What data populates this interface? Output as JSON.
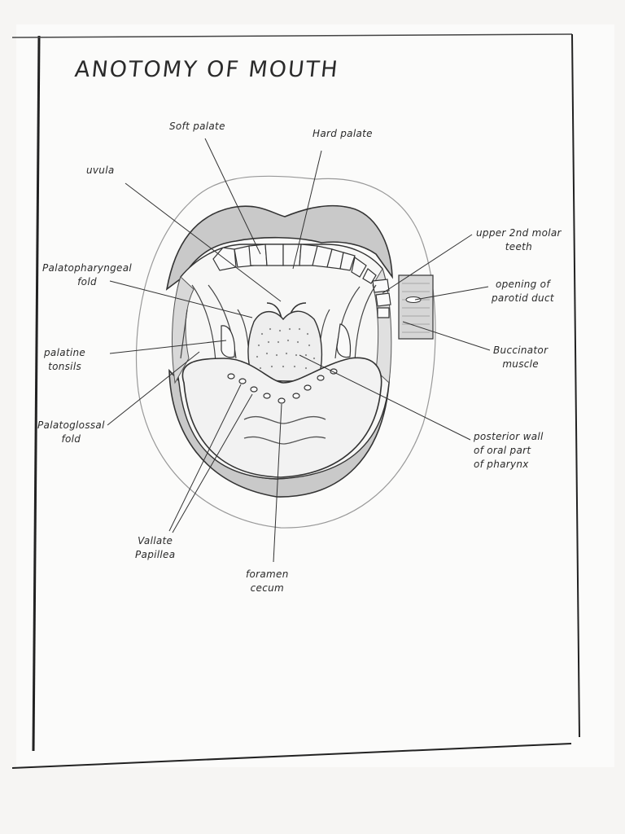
{
  "title": "ANOTOMY OF MOUTH",
  "labels": {
    "soft_palate": [
      "Soft palate"
    ],
    "hard_palate": [
      "Hard palate"
    ],
    "uvula": [
      "uvula"
    ],
    "upper_molar": [
      "upper 2nd molar",
      "teeth"
    ],
    "palatopharyngeal": [
      "Palatopharyngeal",
      "fold"
    ],
    "parotid": [
      "opening of",
      "parotid duct"
    ],
    "tonsils": [
      "palatine",
      "tonsils"
    ],
    "buccinator": [
      "Buccinator",
      "muscle"
    ],
    "palatoglossal": [
      "Palatoglossal",
      "fold"
    ],
    "posterior_wall": [
      "posterior wall",
      "of oral part",
      "of pharynx"
    ],
    "vallate": [
      "Vallate",
      "Papillea"
    ],
    "foramen": [
      "foramen",
      "cecum"
    ]
  }
}
